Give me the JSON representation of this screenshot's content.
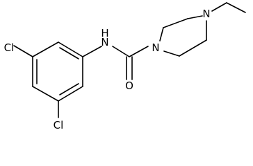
{
  "molecule": {
    "atoms": {
      "cl_top": "Cl",
      "cl_bottom": "Cl",
      "amide_n": "N",
      "amide_h": "H",
      "piperazine_n1": "N",
      "piperazine_n4": "N",
      "carbonyl_o": "O"
    }
  }
}
